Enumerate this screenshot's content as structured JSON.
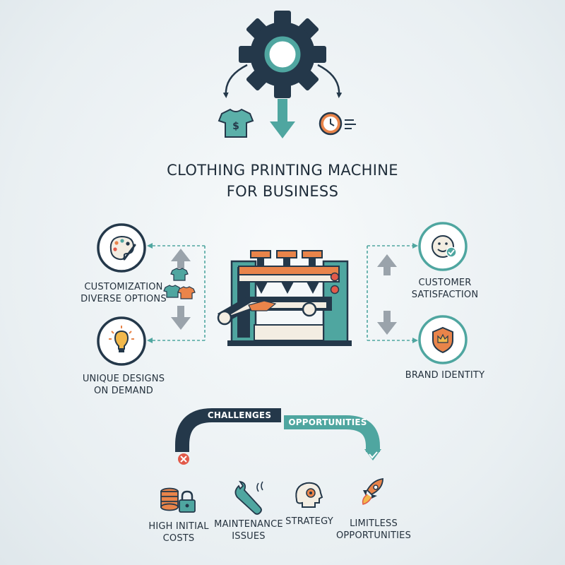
{
  "title": {
    "line1": "CLOTHING PRINTING MACHINE",
    "line2": "FOR BUSINESS"
  },
  "left": {
    "customization": [
      "CUSTOMIZATION",
      "DIVERSE OPTIONS"
    ],
    "unique": [
      "UNIQUE DESIGNS",
      "ON DEMAND"
    ]
  },
  "right": {
    "satisfaction": [
      "CUSTOMER",
      "SATISFACTION"
    ],
    "brand": "BRAND IDENTITY"
  },
  "tabs": {
    "challenges": "CHALLENGES",
    "opportunities": "OPPORTUNITIES"
  },
  "bottom": {
    "costs": [
      "HIGH INITIAL",
      "COSTS"
    ],
    "maintenance": [
      "MAINTENANCE",
      "ISSUES"
    ],
    "strategy": "STRATEGY",
    "limitless": [
      "LIMITLESS",
      "OPPORTUNITIES"
    ]
  },
  "icons": {
    "gear": "gear-icon",
    "tshirt": "tshirt-dollar-icon",
    "clock": "fast-clock-icon",
    "palette": "palette-icon",
    "bulb": "lightbulb-icon",
    "smile": "smiley-check-icon",
    "shield": "shield-crown-icon",
    "coins": "coins-lock-icon",
    "wrench": "wrench-icon",
    "brain": "brain-gear-icon",
    "rocket": "rocket-icon"
  },
  "colors": {
    "navy": "#24384a",
    "teal": "#4fa6a0",
    "orange": "#e9844a",
    "red": "#e25a4a",
    "gray": "#9aa3ab"
  }
}
